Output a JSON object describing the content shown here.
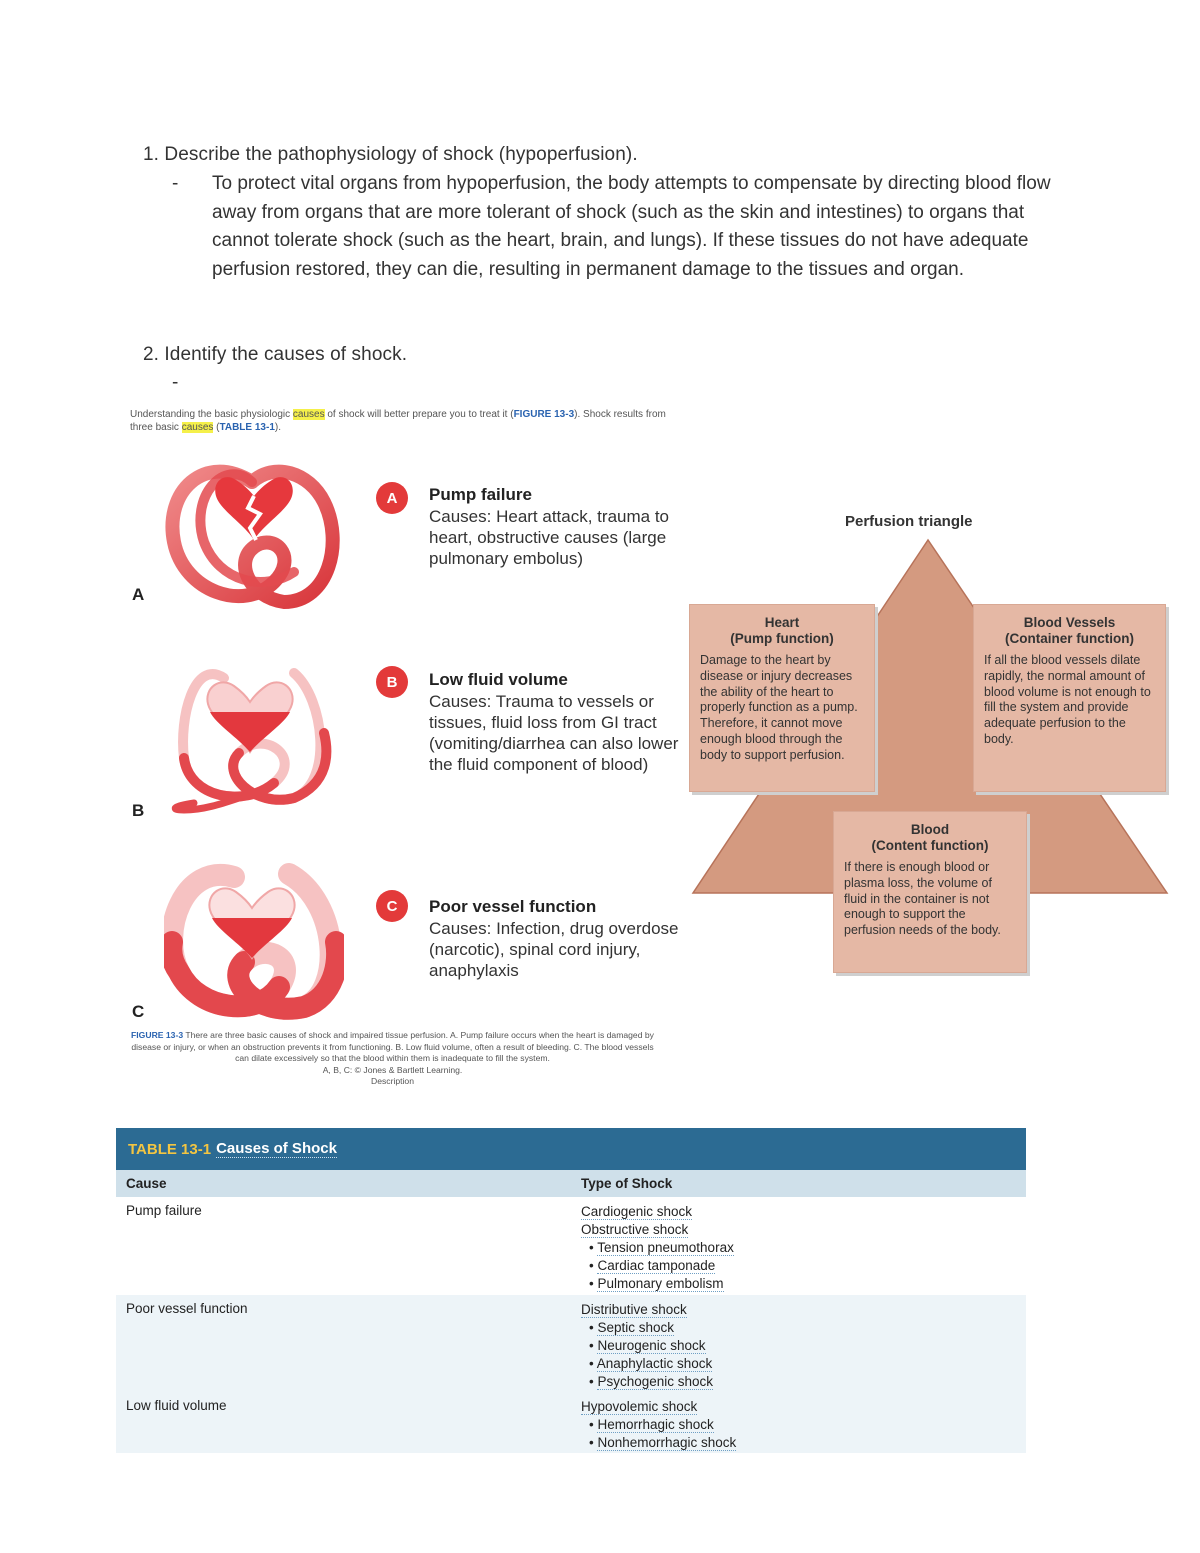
{
  "questions": [
    {
      "prompt": "1. Describe the pathophysiology of shock (hypoperfusion).",
      "answer_dash": "-",
      "answer": "To protect vital organs from hypoperfusion, the body attempts to compensate by directing blood flow away from organs that are more tolerant of shock (such as the skin and intestines) to organs that cannot tolerate shock (such as the heart, brain, and lungs). If these tissues do not have adequate perfusion restored, they can die, resulting in permanent damage to the tissues and organ."
    },
    {
      "prompt": "2. Identify the causes of shock.",
      "answer_dash": "-"
    }
  ],
  "figure": {
    "intro_part1": "Understanding the basic physiologic ",
    "intro_hl1": "causes",
    "intro_part2": " of shock will better prepare you to treat it (",
    "intro_link1": "FIGURE 13-3",
    "intro_part3": "). Shock results from three basic ",
    "intro_hl2": "causes",
    "intro_part4": " (",
    "intro_link2": "TABLE 13-1",
    "intro_part5": ").",
    "panels": [
      {
        "letter": "A",
        "badge": "A",
        "title": "Pump failure",
        "body": "Causes: Heart attack, trauma to heart, obstructive causes (large pulmonary embolus)"
      },
      {
        "letter": "B",
        "badge": "B",
        "title": "Low fluid volume",
        "body": "Causes: Trauma to vessels or tissues, fluid loss from GI tract (vomiting/diarrhea can also lower the fluid component of blood)"
      },
      {
        "letter": "C",
        "badge": "C",
        "title": "Poor vessel function",
        "body": "Causes: Infection, drug overdose (narcotic), spinal cord injury, anaphylaxis"
      }
    ],
    "caption_link": "FIGURE 13-3",
    "caption_text": " There are three basic causes of shock and impaired tissue perfusion. A. Pump failure occurs when the heart is damaged by disease or injury, or when an obstruction prevents it from functioning. B. Low fluid volume, often a result of bleeding. C. The blood vessels can dilate excessively so that the blood within them is inadequate to fill the system.",
    "caption_credit": "A, B, C: © Jones & Bartlett Learning.",
    "caption_desc": "Description"
  },
  "perfusion_triangle": {
    "title": "Perfusion triangle",
    "colors": {
      "triangle": "#d49a80",
      "box": "#e5b8a5"
    },
    "boxes": {
      "heart": {
        "title": "Heart",
        "subtitle": "(Pump function)",
        "body": "Damage to the heart by disease or injury decreases the ability of the heart to properly function as a pump. Therefore, it cannot move enough blood through the body to support perfusion."
      },
      "vessels": {
        "title": "Blood Vessels",
        "subtitle": "(Container function)",
        "body": "If all the blood vessels dilate rapidly, the normal amount of blood volume is not enough to fill the system and provide adequate perfusion to the body."
      },
      "blood": {
        "title": "Blood",
        "subtitle": "(Content function)",
        "body": "If there is enough blood or plasma loss, the volume of fluid in the container is not enough to support the perfusion needs of the body."
      }
    }
  },
  "table": {
    "number": "TABLE 13-1",
    "title": "Causes of Shock",
    "col_cause": "Cause",
    "col_type": "Type of Shock",
    "header_color": "#2c6b93",
    "rows": [
      {
        "cause": "Pump failure",
        "types": [
          "Cardiogenic shock",
          "Obstructive shock"
        ],
        "subtypes": [
          "Tension pneumothorax",
          "Cardiac tamponade",
          "Pulmonary embolism"
        ]
      },
      {
        "cause": "Poor vessel function",
        "types": [
          "Distributive shock"
        ],
        "subtypes": [
          "Septic shock",
          "Neurogenic shock",
          "Anaphylactic shock",
          "Psychogenic shock"
        ]
      },
      {
        "cause": "Low fluid volume",
        "types": [
          "Hypovolemic shock"
        ],
        "subtypes": [
          "Hemorrhagic shock",
          "Nonhemorrhagic shock"
        ]
      }
    ]
  }
}
